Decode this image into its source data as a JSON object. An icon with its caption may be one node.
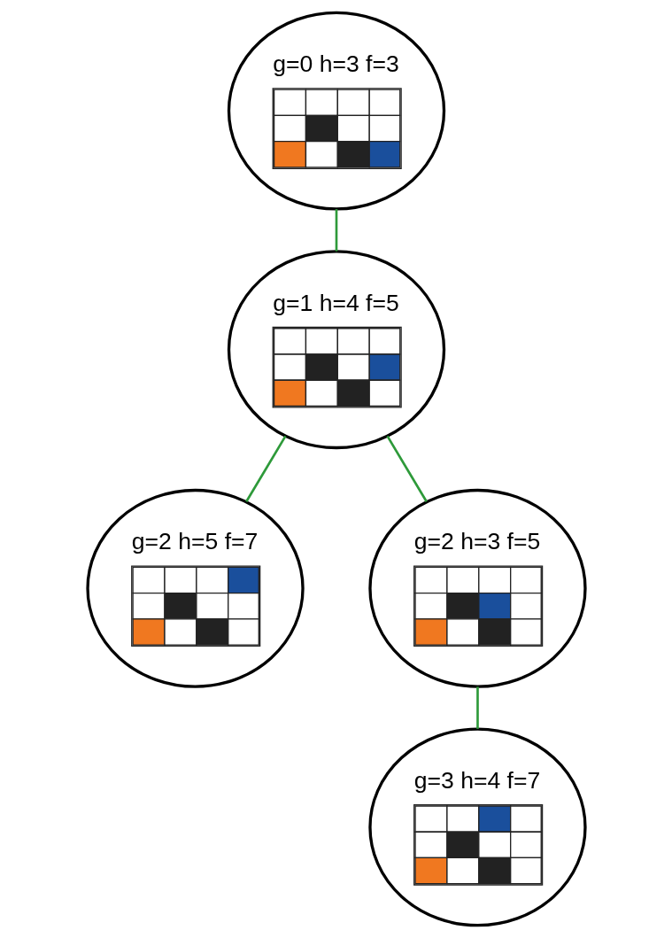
{
  "diagram": {
    "nodes": [
      {
        "text": [
          "g=0 h=3 f=3"
        ]
      },
      {
        "text": [
          "g=1 h=4 f=5"
        ]
      },
      {
        "text": [
          "g=2 h=5 f=7"
        ]
      },
      {
        "text": [
          "g=2 h=3 f=5"
        ]
      },
      {
        "text": [
          "g=3 h=4 f=7"
        ]
      }
    ],
    "edges": [
      {
        "from": 0,
        "to": 1,
        "arrow": "none"
      },
      {
        "from": 1,
        "to": 2,
        "arrow": "none"
      },
      {
        "from": 1,
        "to": 3,
        "arrow": "none"
      },
      {
        "from": 3,
        "to": 4,
        "arrow": "none"
      }
    ]
  }
}
